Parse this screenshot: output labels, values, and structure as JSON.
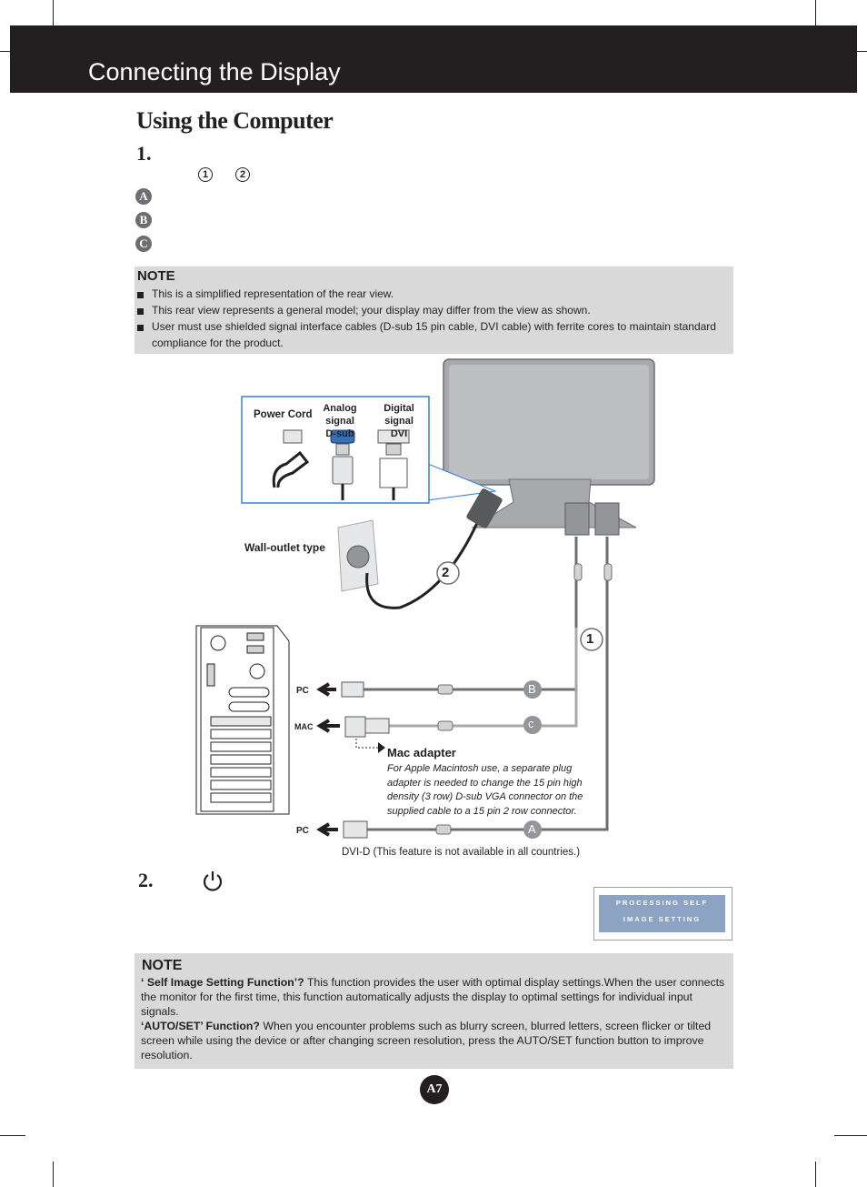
{
  "header": {
    "title": "Connecting the Display"
  },
  "section_title": "Using the Computer",
  "step1": {
    "number": "1.",
    "circle_1": "1",
    "circle_2": "2"
  },
  "letters": [
    "A",
    "B",
    "C"
  ],
  "note1": {
    "title": "NOTE",
    "items": [
      "This is a simplified representation of the rear view.",
      "This rear view represents a general model; your display may differ from the view as shown.",
      "User must use shielded signal interface cables (D-sub 15 pin cable, DVI cable) with ferrite cores to maintain standard",
      "compliance for the product."
    ]
  },
  "diagram": {
    "power_cord": "Power Cord",
    "analog_1": "Analog signal",
    "analog_2": "D-sub",
    "digital_1": "Digital signal",
    "digital_2": "DVI",
    "wall_outlet": "Wall-outlet type",
    "pc1": "PC",
    "mac": "MAC",
    "pc2": "PC",
    "mac_adapter_title": "Mac adapter",
    "mac_adapter_lines": [
      "For Apple Macintosh use, a  separate plug",
      "adapter is needed to change the 15 pin high",
      "density (3 row) D-sub VGA connector on the",
      "supplied cable to a 15 pin  2 row connector."
    ],
    "dvi_note": "DVI-D (This feature is not available in all countries.)",
    "badge_b": "B",
    "badge_c": "c",
    "badge_a": "A",
    "num_1": "1",
    "num_2": "2"
  },
  "step2": {
    "number": "2."
  },
  "osd": {
    "line1": "PROCESSING SELF",
    "line2": "IMAGE SETTING"
  },
  "note2": {
    "title": "NOTE",
    "p1_bold": "‘ Self Image Setting Function’?",
    "p1_text": " This function provides the user with optimal display settings.When the user connects the monitor for the first time, this function automatically adjusts the display to optimal settings for individual input signals.",
    "p2_bold": "‘AUTO/SET’ Function?",
    "p2_text": " When you encounter problems such as blurry screen, blurred letters, screen flicker or tilted screen while using the device or after changing screen resolution, press the AUTO/SET function button to improve resolution."
  },
  "page_number": "A7",
  "colors": {
    "header_bg": "#231f20",
    "note_bg": "#d9d9d9",
    "osd_bg": "#8da3c4",
    "cable": "#6d6e71"
  }
}
